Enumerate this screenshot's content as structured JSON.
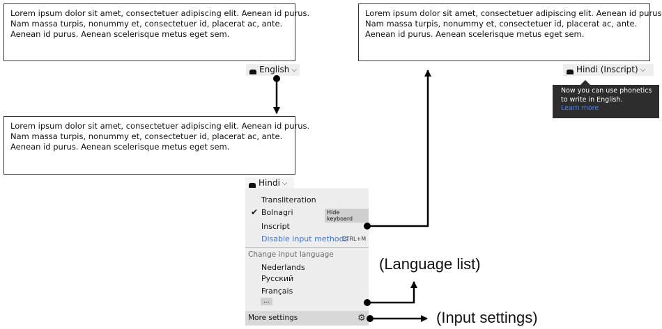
{
  "lorem": {
    "line1": "Lorem ipsum dolor sit amet, consectetuer adipiscing elit. Aenean id purus.",
    "line2": "Nam massa turpis, nonummy et, consectetuer id, placerat ac, ante.",
    "line3": "Aenean id purus. Aenean scelerisque metus eget sem."
  },
  "panel_english": {
    "language": "English"
  },
  "panel_hindi": {
    "language": "Hindi"
  },
  "panel_inscript": {
    "language": "Hindi (Inscript)",
    "tooltip_line1": "Now you can use phonetics",
    "tooltip_line2": "to write in English.",
    "tooltip_link": "Learn more"
  },
  "menu": {
    "items": [
      {
        "label": "Transliteration"
      },
      {
        "label": "Bolnagri",
        "checked": true,
        "badge": "Hide keyboard"
      },
      {
        "label": "Inscript"
      },
      {
        "label": "Disable input methods",
        "shortcut": "CTRL+M",
        "color": "#3b73d9"
      }
    ],
    "section_label": "Change input language",
    "languages": [
      "Nederlands",
      "Русский",
      "Français"
    ],
    "more_languages": "...",
    "more_settings": "More settings"
  },
  "annotations": {
    "language_list": "(Language list)",
    "input_settings": "(Input settings)"
  },
  "icons": {
    "keyboard": "keyboard-icon",
    "chevron": "chevron-down-icon",
    "gear": "gear-icon",
    "check": "check-icon"
  },
  "colors": {
    "accent_link": "#3b73d9",
    "tooltip_bg": "#2d2d2d",
    "menu_bg": "#ededed"
  }
}
